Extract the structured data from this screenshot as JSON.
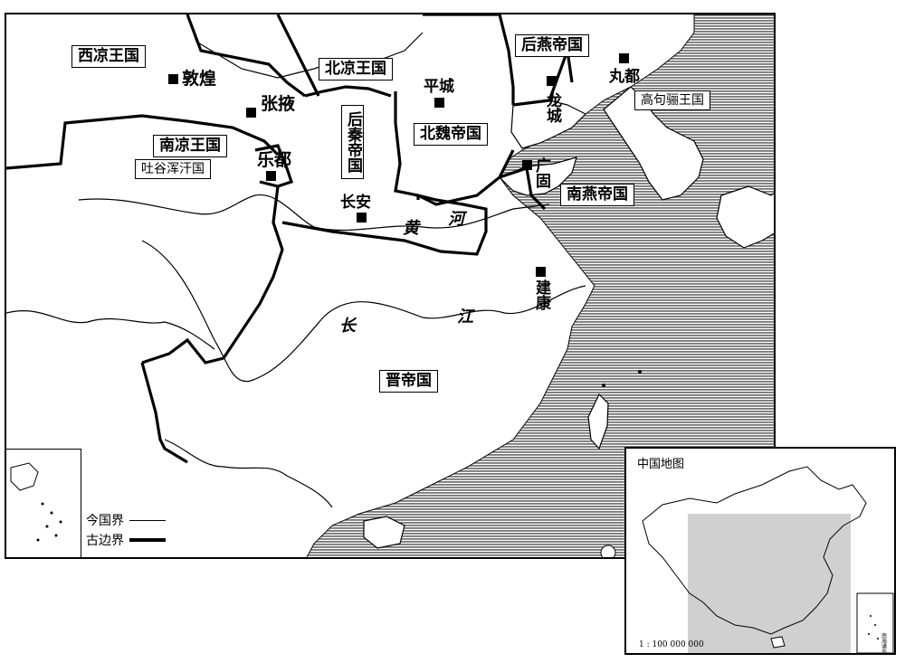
{
  "map": {
    "states": {
      "xiliang": "西凉王国",
      "beiliang": "北凉王国",
      "houyan": "后燕帝国",
      "gaogouli": "高句骊王国",
      "nanliang": "南凉王国",
      "tuguhun": "吐谷浑汗国",
      "houqin": "后秦帝国",
      "beiwei": "北魏帝国",
      "nanyan": "南燕帝国",
      "jin": "晋帝国"
    },
    "cities": {
      "dunhuang": "敦煌",
      "zhangye": "张掖",
      "ledu": "乐都",
      "changan": "长安",
      "pingcheng": "平城",
      "longcheng": "龙城",
      "wandu": "丸都",
      "guanggu": "广固",
      "jiankang": "建康"
    },
    "rivers": {
      "huang": "黄",
      "he": "河",
      "chang": "长",
      "jiang": "江"
    },
    "colors": {
      "land": "#ffffff",
      "sea": "#8c8c8c",
      "border": "#000000",
      "inset_area": "#d0d0d0"
    }
  },
  "legend": {
    "modern_border": "今国界",
    "ancient_border": "古边界"
  },
  "inset": {
    "title": "中国地图",
    "scale": "1 : 100 000 000",
    "south_sea_label": "南海诸岛"
  }
}
